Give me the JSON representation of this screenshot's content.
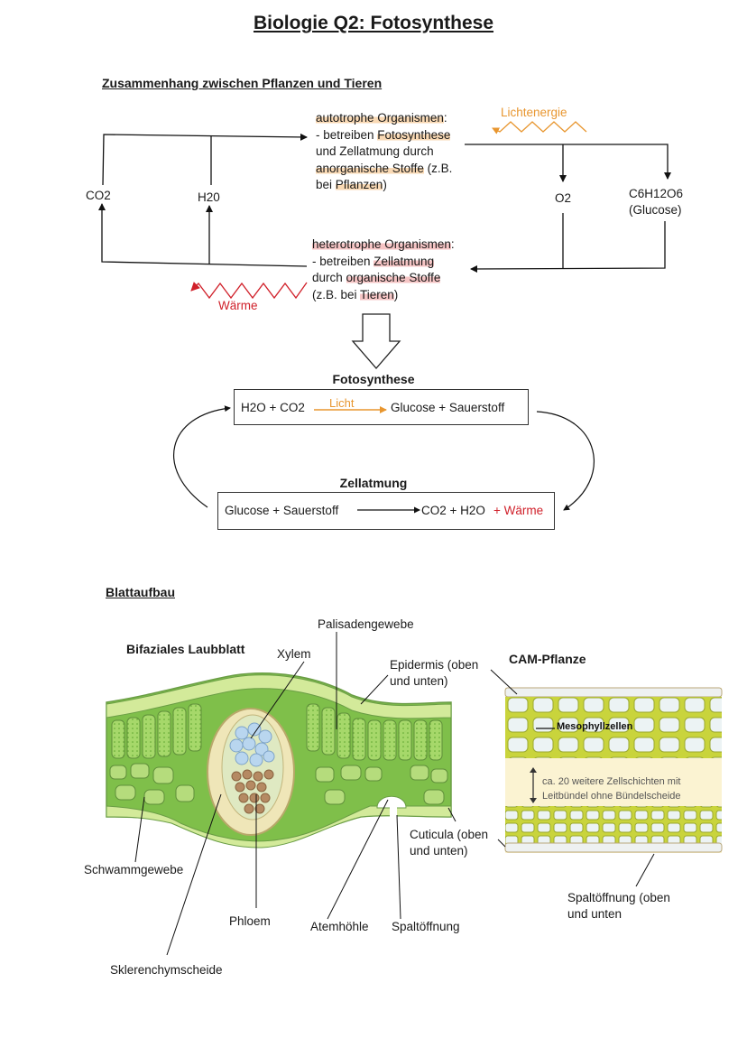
{
  "page": {
    "title": "Biologie Q2: Fotosynthese"
  },
  "section1": {
    "heading": "Zusammenhang zwischen Pflanzen und Tieren",
    "co2": "CO2",
    "h2o": "H20",
    "o2": "O2",
    "glucose_formula": "C6H12O6",
    "glucose_name": "(Glucose)",
    "light_energy": "Lichtenergie",
    "heat": "Wärme",
    "autotroph": {
      "line1_hl": "autotrophe Organismen",
      "line1_rest": ":",
      "line2_pre": "- betreiben ",
      "line2_hl": "Fotosynthese",
      "line3": "und Zellatmung durch",
      "line4_hl": "anorganische Stoffe",
      "line4_rest": " (z.B.",
      "line5_pre": "bei ",
      "line5_hl": "Pflanzen",
      "line5_rest": ")"
    },
    "heterotroph": {
      "line1_hl": "heterotrophe Organismen",
      "line1_rest": ":",
      "line2_pre": "- betreiben ",
      "line2_hl": "Zellatmung",
      "line3_pre": "durch ",
      "line3_hl": "organische Stoffe",
      "line4_pre": "(z.B. bei ",
      "line4_hl": "Tieren",
      "line4_rest": ")"
    }
  },
  "cycle": {
    "photosynthesis_title": "Fotosynthese",
    "photosynthesis_reactants": "H2O + CO2",
    "photosynthesis_condition": "Licht",
    "photosynthesis_products": "Glucose + Sauerstoff",
    "respiration_title": "Zellatmung",
    "respiration_reactants": "Glucose + Sauerstoff",
    "respiration_products": "CO2 + H2O",
    "respiration_extra": "+ Wärme"
  },
  "section2": {
    "heading": "Blattaufbau",
    "bifacial_title": "Bifaziales Laubblatt",
    "cam_title": "CAM-Pflanze",
    "labels": {
      "palisade": "Palisadengewebe",
      "xylem": "Xylem",
      "epidermis_1": "Epidermis (oben",
      "epidermis_2": "und unten)",
      "cuticula_1": "Cuticula (oben",
      "cuticula_2": "und unten)",
      "spongy": "Schwammgewebe",
      "phloem": "Phloem",
      "air_cavity": "Atemhöhle",
      "stoma": "Spaltöffnung",
      "sclerenchyma": "Sklerenchymscheide",
      "cam_stoma_1": "Spaltöffnung (oben",
      "cam_stoma_2": "und unten",
      "mesophyll": "Mesophyllzellen",
      "cam_note_1": "ca. 20 weitere Zellschichten mit",
      "cam_note_2": "Leitbündel ohne Bündelscheide"
    }
  },
  "colors": {
    "orange": "#e8962f",
    "red": "#d0202a",
    "highlight_orange": "#f9d9b4",
    "highlight_red": "#f6c5c5",
    "leaf_green": "#8cc63f",
    "cam_yellow": "#c8d63c"
  }
}
